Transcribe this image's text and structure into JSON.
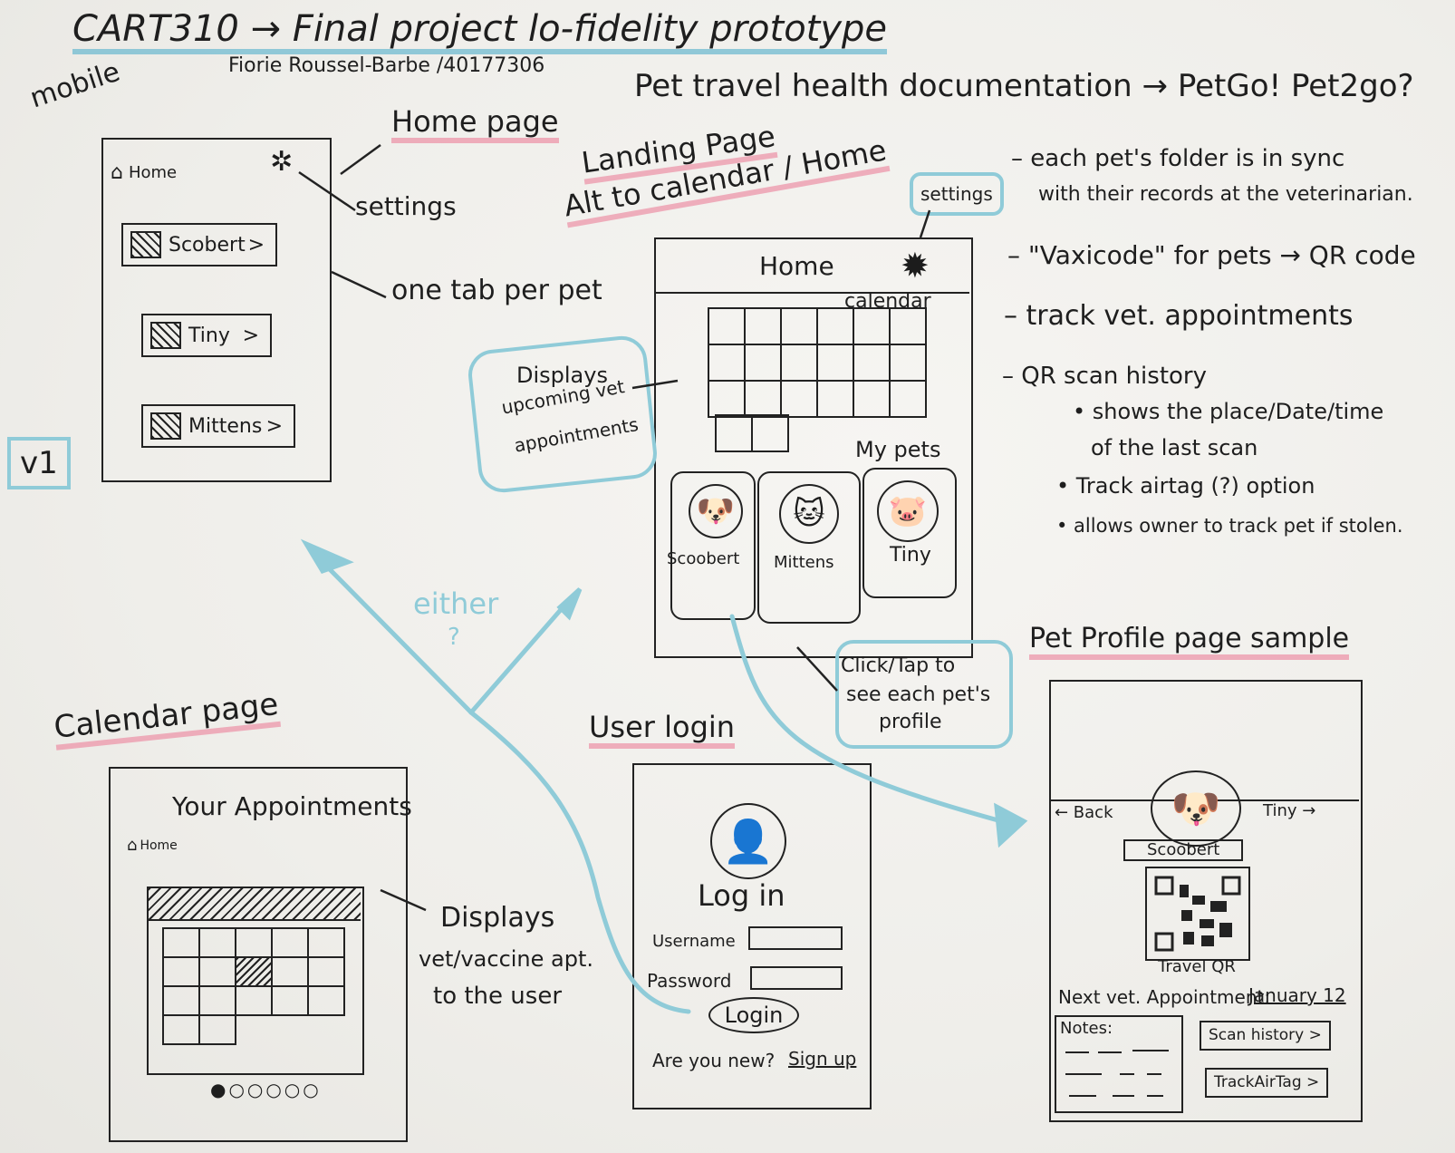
{
  "header": {
    "title": "CART310 → Final project lo-fidelity prototype",
    "author": "Fiorie Roussel-Barbe /40177306",
    "concept": "Pet travel health documentation → PetGo! Pet2go?",
    "platform": "mobile",
    "version": "v1"
  },
  "home_page": {
    "heading": "Home page",
    "nav_label": "Home",
    "settings_note": "settings",
    "pets_note": "one tab per pet",
    "pets": [
      {
        "name": "Scobert",
        "chevron": ">"
      },
      {
        "name": "Tiny",
        "chevron": ">"
      },
      {
        "name": "Mittens",
        "chevron": ">"
      }
    ]
  },
  "landing_page": {
    "heading": "Landing Page",
    "subheading": "Alt to calendar / Home",
    "settings_label": "settings",
    "screen_title": "Home",
    "calendar_label": "calendar",
    "my_pets_label": "My pets",
    "pets": [
      "Scoobert",
      "Mittens",
      "Tiny"
    ],
    "callout_calendar": [
      "Displays",
      "upcoming vet",
      "appointments"
    ],
    "callout_pets": [
      "Click/Tap to",
      "see each pet's",
      "profile"
    ]
  },
  "features": [
    {
      "text": "– each pet's folder is in sync",
      "sub": "with their records at the veterinarian."
    },
    {
      "text": "– \"Vaxicode\" for pets → QR code",
      "sub": ""
    },
    {
      "text": "– track vet. appointments",
      "sub": ""
    },
    {
      "text": "– QR scan history",
      "sub": "• shows the place/Date/time"
    },
    {
      "text": "",
      "sub": "of the last scan"
    },
    {
      "text": "• Track airtag (?) option",
      "sub": ""
    },
    {
      "text": "• allows owner to track pet if stolen.",
      "sub": ""
    }
  ],
  "flow": {
    "either_label": "either",
    "either_mark": "?"
  },
  "calendar_page": {
    "heading": "Calendar page",
    "screen_title": "Your Appointments",
    "nav_label": "Home",
    "callout": [
      "Displays",
      "vet/vaccine apt.",
      "to the user"
    ],
    "pager": "●○○○○○"
  },
  "login_page": {
    "heading": "User login",
    "title": "Log in",
    "username_label": "Username",
    "password_label": "Password",
    "login_button": "Login",
    "new_user_text": "Are you new?",
    "signup_link": "Sign up"
  },
  "pet_profile": {
    "heading": "Pet Profile page sample",
    "back_label": "← Back",
    "next_label": "Tiny →",
    "pet_name": "Scoobert",
    "qr_caption": "Travel QR",
    "appointment_label": "Next vet. Appointment:",
    "appointment_date": "January 12",
    "notes_label": "Notes:",
    "scan_history_button": "Scan history >",
    "airtag_button": "TrackAirTag >"
  },
  "colors": {
    "ink": "#1e1e1e",
    "highlight_pink": "#ec96aa",
    "highlight_blue": "#8fcbd8",
    "paper": "#f1f0ec"
  },
  "icons": {
    "home": "house-icon",
    "settings": "gear-icon",
    "user": "user-silhouette-icon",
    "qr": "qr-code-icon"
  }
}
